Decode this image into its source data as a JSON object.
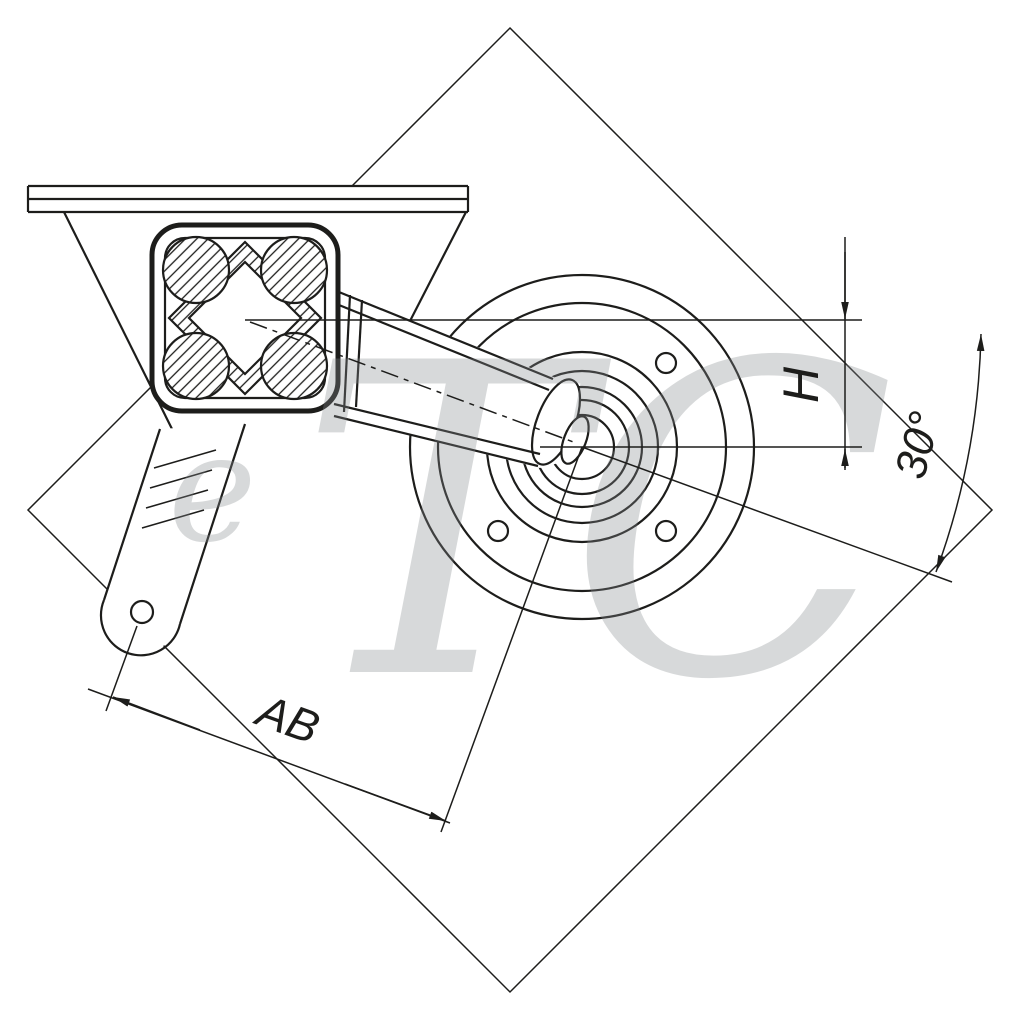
{
  "page": {
    "background": "#ffffff",
    "line_color": "#1d1d1b",
    "description": "Technical drawing of a braked trailer axle: square rubber-suspension axle tube cross-section with mounting bracket, trailing swing arm and wheel hub/drum, framed by a diamond outline"
  },
  "watermark": {
    "small_text": "e",
    "large_text": "TC",
    "color": "#868b8e"
  },
  "dimensions": {
    "height_label": "H",
    "angle_label": "30°",
    "arm_length_label": "AB"
  }
}
